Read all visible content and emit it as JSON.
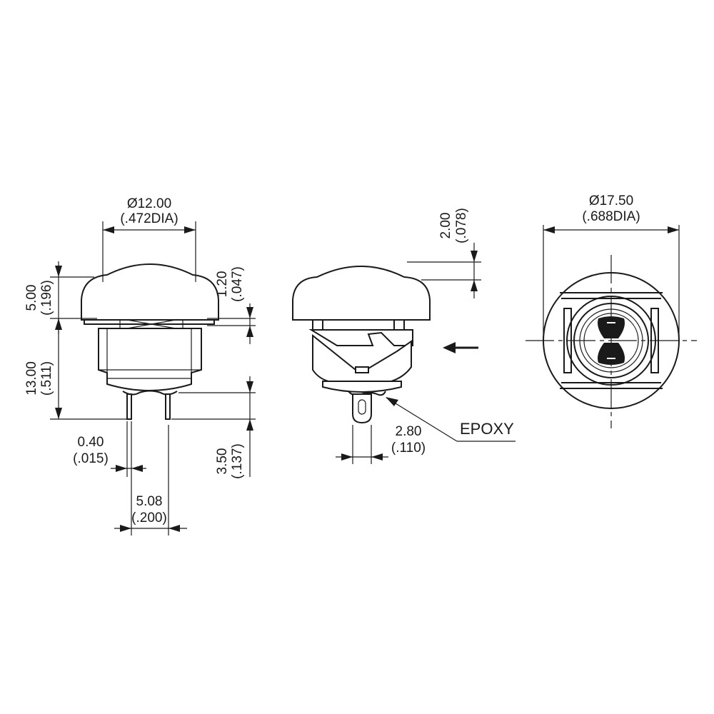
{
  "front_view": {
    "cap_diameter": {
      "mm": "Ø12.00",
      "inch": "(.472DIA)"
    },
    "cap_height": {
      "mm": "5.00",
      "inch": "(.196)"
    },
    "body_height": {
      "mm": "13.00",
      "inch": "(.511)"
    },
    "flange_thickness": {
      "mm": "1.20",
      "inch": "(.047)"
    },
    "terminal_thickness": {
      "mm": "0.40",
      "inch": "(.015)"
    },
    "terminal_length": {
      "mm": "3.50",
      "inch": "(.137)"
    },
    "terminal_pitch": {
      "mm": "5.08",
      "inch": "(.200)"
    }
  },
  "side_view": {
    "actuator_travel": {
      "mm": "2.00",
      "inch": "(.078)"
    },
    "terminal_width": {
      "mm": "2.80",
      "inch": "(.110)"
    },
    "callout_label": "EPOXY"
  },
  "end_view": {
    "flange_diameter": {
      "mm": "Ø17.50",
      "inch": "(.688DIA)"
    }
  },
  "colors": {
    "line": "#1a1a1a",
    "background": "#ffffff"
  }
}
